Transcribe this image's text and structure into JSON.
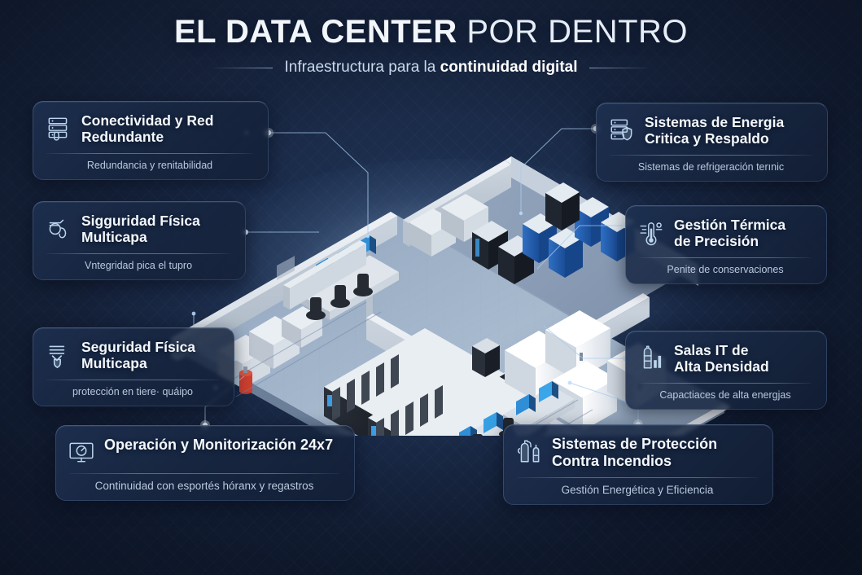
{
  "header": {
    "title_bold": "EL DATA CENTER",
    "title_light": " POR DENTRO",
    "subtitle_normal": "Infraestructura para la ",
    "subtitle_bold": "continuidad digital"
  },
  "theme": {
    "background": "#141f38",
    "card_bg": "#1e3050",
    "accent_line": "#9dc4e8",
    "title_color": "#f4f8fd",
    "subtitle_color": "#b9c9dd",
    "icon_color": "#bcd6ee"
  },
  "cards": [
    {
      "id": "network",
      "icon": "server-rack-icon",
      "title": "Conectividad y Red\nRedundante",
      "subtitle": "Redundancia y renitabilidad"
    },
    {
      "id": "security1",
      "icon": "fingerprint-access-icon",
      "title": "Sigguridad Física\nMulticapa",
      "subtitle": "Vntegridad pica el tupro"
    },
    {
      "id": "security2",
      "icon": "shield-layers-icon",
      "title": "Seguridad Física\nMulticapa",
      "subtitle": "protección en tiere· quáipo"
    },
    {
      "id": "ops",
      "icon": "monitor-gauge-icon",
      "title": "Operación y Monitorización 24x7",
      "subtitle_normal_1": "Continuidad con ",
      "subtitle_bold": "esportés hóranx",
      "subtitle_normal_2": " y regastros",
      "subtitle": "Continuidad con esportés hóranx y regastros"
    },
    {
      "id": "power",
      "icon": "server-shield-icon",
      "title": "Sistemas de Energia\nCritica y Respaldo",
      "subtitle": "Sistemas de refrigeración terınic"
    },
    {
      "id": "thermal",
      "icon": "thermometer-icon",
      "title": "Gestión Térmica\nde Precisión",
      "subtitle": "Penite de conservaciones"
    },
    {
      "id": "density",
      "icon": "rack-bars-icon",
      "title": "Salas IT de\nAlta Densidad",
      "subtitle": "Capactiaces de alta energjas"
    },
    {
      "id": "fire",
      "icon": "fire-extinguisher-icon",
      "title": "Sistemas de Protección\nContra Incendios",
      "subtitle": "Gestión Energética y Eficiencia"
    }
  ],
  "illustration": {
    "name": "isometric-data-center-floorplan",
    "description": "Vista isométrica de un centro de datos con salas de servidores, unidades de refrigeración, puesto de operación y extintores"
  }
}
